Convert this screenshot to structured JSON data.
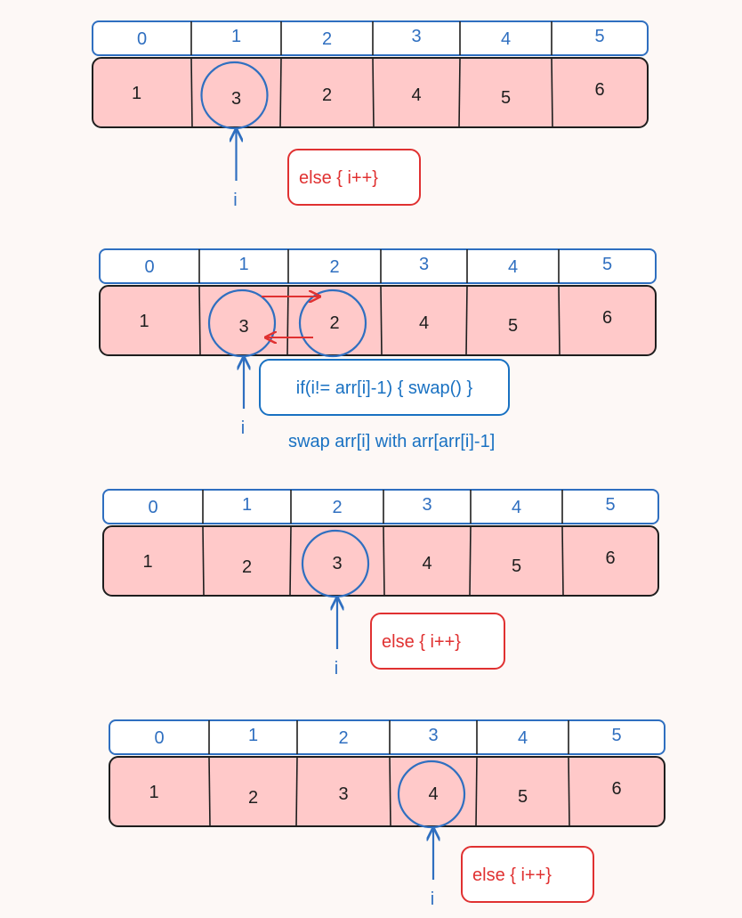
{
  "colors": {
    "background": "#fdf8f6",
    "index_blue": "#2f6fc0",
    "cell_fill": "#ffc9c9",
    "cell_border": "#1e1e1e",
    "highlight_circle": "#2f6fc0",
    "annotation_red": "#e03131",
    "note_blue": "#1971c2",
    "text_dark": "#1e1e1e"
  },
  "steps": [
    {
      "indices": [
        "0",
        "1",
        "2",
        "3",
        "4",
        "5"
      ],
      "values": [
        "1",
        "3",
        "2",
        "4",
        "5",
        "6"
      ],
      "circled": [
        1
      ],
      "pointer_at": 1,
      "pointer_label": "i",
      "code": "else { i++}",
      "code_style": "red",
      "swap": false,
      "note": ""
    },
    {
      "indices": [
        "0",
        "1",
        "2",
        "3",
        "4",
        "5"
      ],
      "values": [
        "1",
        "3",
        "2",
        "4",
        "5",
        "6"
      ],
      "circled": [
        1,
        2
      ],
      "pointer_at": 1,
      "pointer_label": "i",
      "code": "if(i!= arr[i]-1) { swap() }",
      "code_style": "blue",
      "swap": true,
      "note": "swap arr[i] with arr[arr[i]-1]"
    },
    {
      "indices": [
        "0",
        "1",
        "2",
        "3",
        "4",
        "5"
      ],
      "values": [
        "1",
        "2",
        "3",
        "4",
        "5",
        "6"
      ],
      "circled": [
        2
      ],
      "pointer_at": 2,
      "pointer_label": "i",
      "code": "else { i++}",
      "code_style": "red",
      "swap": false,
      "note": ""
    },
    {
      "indices": [
        "0",
        "1",
        "2",
        "3",
        "4",
        "5"
      ],
      "values": [
        "1",
        "2",
        "3",
        "4",
        "5",
        "6"
      ],
      "circled": [
        3
      ],
      "pointer_at": 3,
      "pointer_label": "i",
      "code": "else { i++}",
      "code_style": "red",
      "swap": false,
      "note": ""
    }
  ]
}
